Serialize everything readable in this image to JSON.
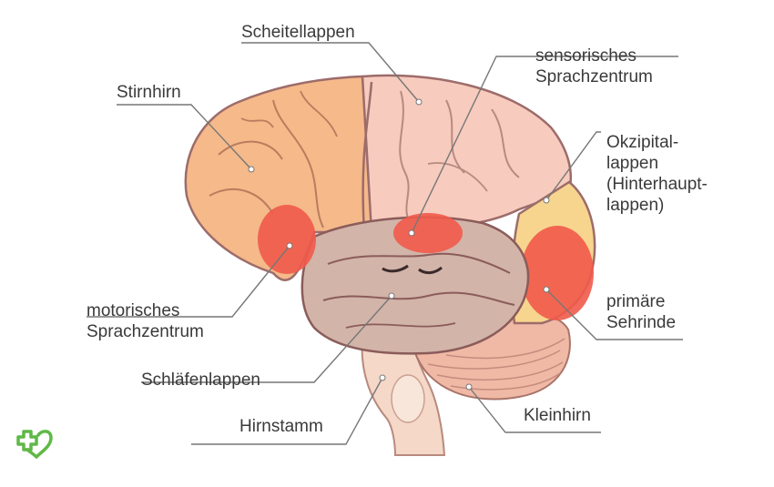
{
  "labels": {
    "scheitellappen": "Scheitellappen",
    "stirnhirn": "Stirnhirn",
    "sensorisches_1": "sensorisches",
    "sensorisches_2": "Sprachzentrum",
    "okzipital_1": "Okzipital-",
    "okzipital_2": "lappen",
    "okzipital_3": "(Hinterhaupt-",
    "okzipital_4": "lappen)",
    "motorisches_1": "motorisches",
    "motorisches_2": "Sprachzentrum",
    "primaere_1": "primäre",
    "primaere_2": "Sehrinde",
    "schlaefenlappen": "Schläfenlappen",
    "hirnstamm": "Hirnstamm",
    "kleinhirn": "Kleinhirn"
  },
  "colors": {
    "frontal": "#f5b98a",
    "parietal": "#f7cbbd",
    "temporal": "#d2b4a9",
    "occipital": "#f7d58e",
    "cerebellum": "#f0b9a6",
    "brainstem": "#f5d8c8",
    "speech_center": "#f15a4a",
    "outline": "#9d6c6a",
    "leader": "#777777",
    "logo": "#5fb846"
  },
  "logo": {
    "name": "health-cross-heart-icon"
  }
}
